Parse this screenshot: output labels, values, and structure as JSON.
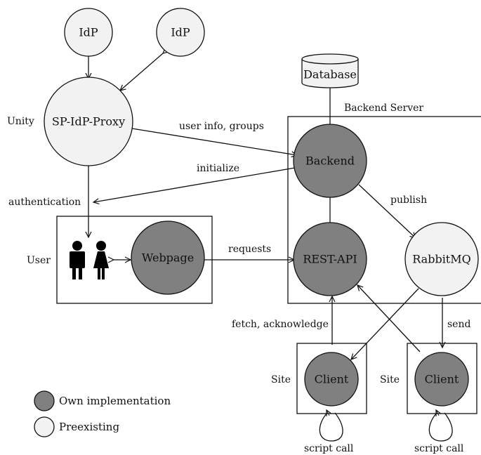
{
  "nodes": {
    "idp_left": "IdP",
    "idp_right": "IdP",
    "proxy": "SP-IdP-Proxy",
    "database": "Database",
    "backend": "Backend",
    "rest_api": "REST-API",
    "rabbitmq": "RabbitMQ",
    "webpage": "Webpage",
    "client_left": "Client",
    "client_right": "Client"
  },
  "labels": {
    "unity": "Unity",
    "user": "User",
    "backend_server": "Backend Server",
    "site_left": "Site",
    "site_right": "Site"
  },
  "edges": {
    "user_info": "user info, groups",
    "initialize": "initialize",
    "authentication": "authentication",
    "publish": "publish",
    "requests": "requests",
    "fetch": "fetch, acknowledge",
    "send": "send",
    "script_left": "script call",
    "script_right": "script call"
  },
  "legend": {
    "own": "Own implementation",
    "preexisting": "Preexisting"
  },
  "colors": {
    "own": "#808080",
    "preexisting": "#f2f2f2",
    "stroke": "#111111"
  }
}
